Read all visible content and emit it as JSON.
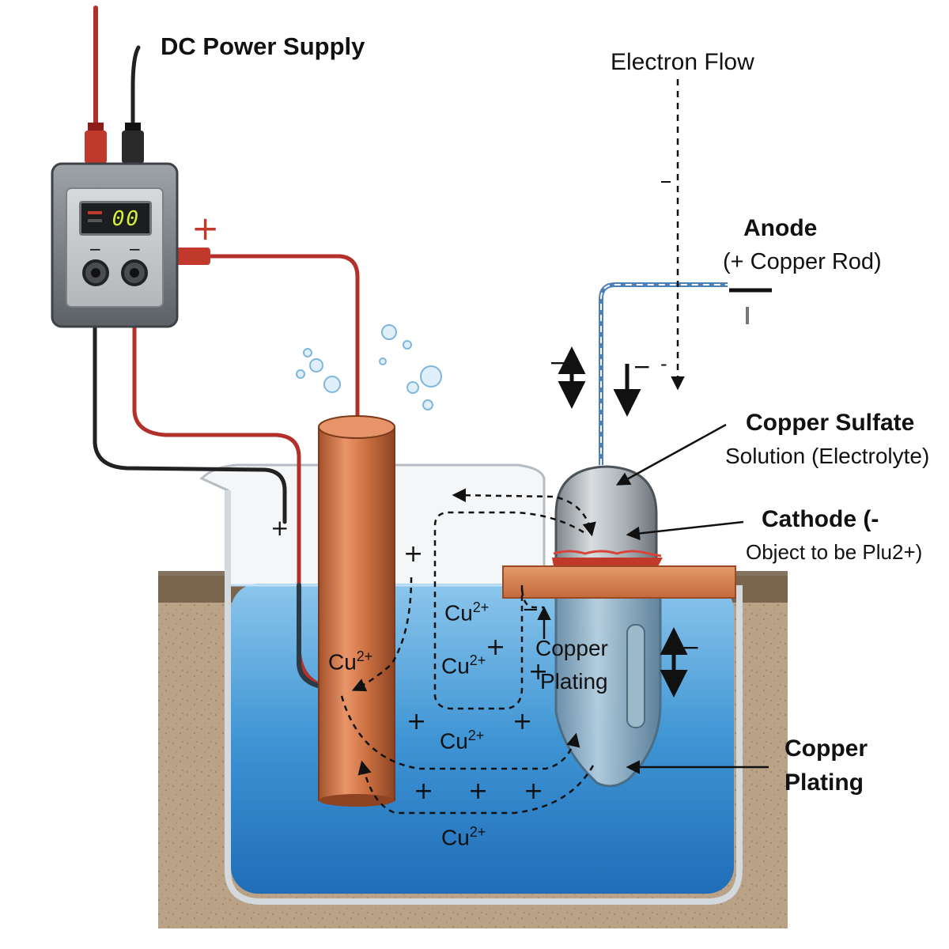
{
  "labels": {
    "dc_power_supply": "DC Power Supply",
    "electron_flow": "Electron Flow",
    "anode_title": "Anode",
    "anode_subtitle": "(+ Copper Rod)",
    "copper_sulfate_title": "Copper Sulfate",
    "copper_sulfate_subtitle": "Solution (Electrolyte)",
    "cathode_title": "Cathode (-",
    "cathode_subtitle": "Object to be Plu2+)",
    "copper_plating_right_1": "Copper",
    "copper_plating_right_2": "Plating",
    "copper_plating_inner_1": "Copper",
    "copper_plating_inner_2": "Plating"
  },
  "power_supply": {
    "display_value": "00",
    "terminal_left_sign": "−",
    "terminal_right_sign": "−",
    "positive_sign": "+"
  },
  "ions": {
    "symbol": "Cu",
    "charge": "2+"
  },
  "signs": {
    "plus": "+",
    "minus": "−",
    "small_minus": "-",
    "bar": "I"
  },
  "colors": {
    "copper": "#c96a3c",
    "solution": "#3f95d4",
    "soil": "#b9a286",
    "red_wire": "#b3302a",
    "black_wire": "#222222"
  }
}
